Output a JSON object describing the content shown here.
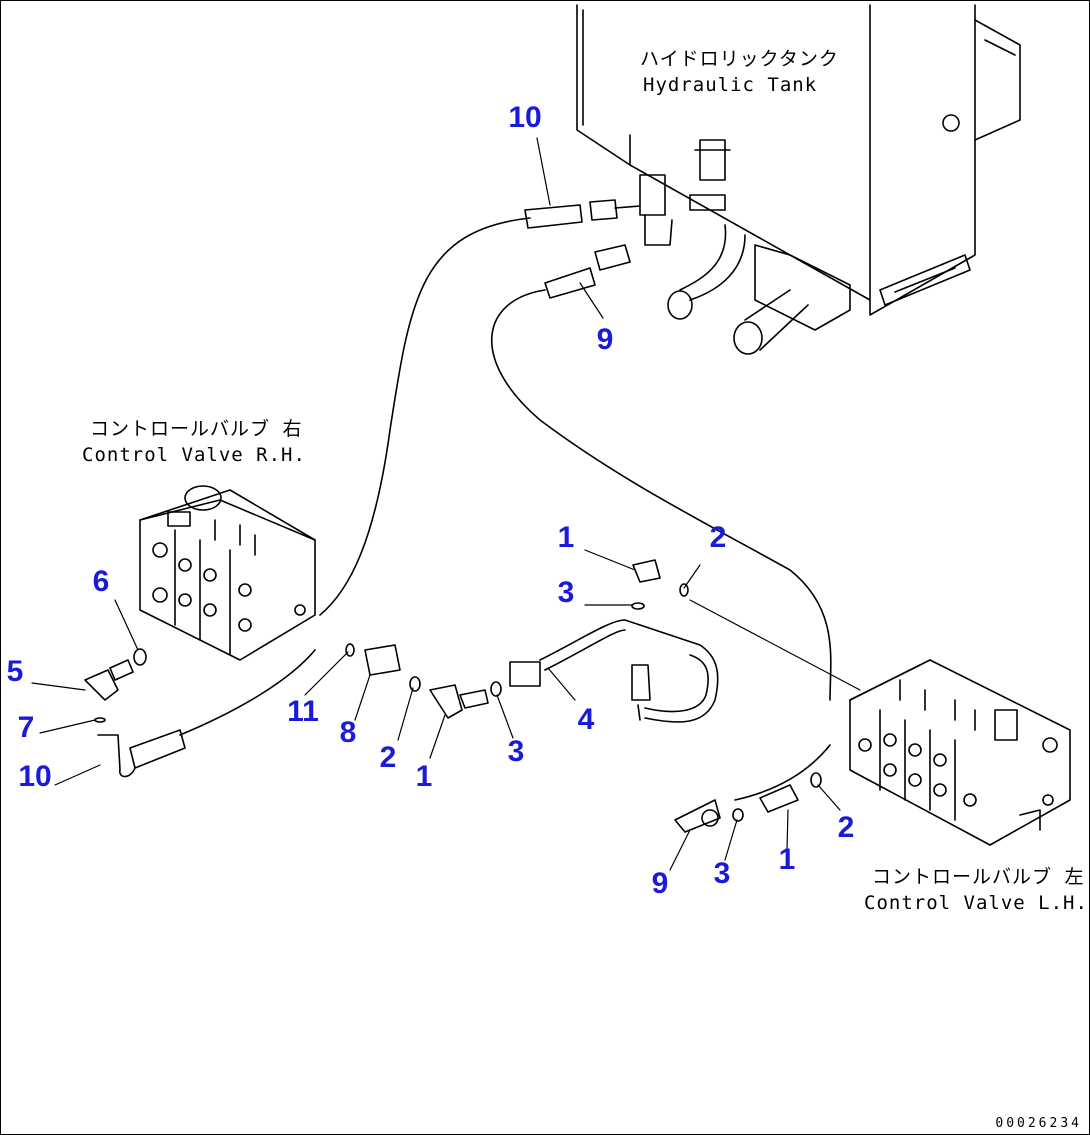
{
  "labels": {
    "tank_jp": "ハイドロリックタンク",
    "tank_en": "Hydraulic Tank",
    "valve_rh_jp": "コントロールバルブ 右",
    "valve_rh_en": "Control Valve R.H.",
    "valve_lh_jp": "コントロールバルブ 左",
    "valve_lh_en": "Control Valve L.H."
  },
  "callouts": {
    "c10a": "10",
    "c9a": "9",
    "c1a": "1",
    "c2a": "2",
    "c3a": "3",
    "c4": "4",
    "c6": "6",
    "c5": "5",
    "c7": "7",
    "c10b": "10",
    "c11": "11",
    "c8": "8",
    "c2b": "2",
    "c1b": "1",
    "c3b": "3",
    "c9b": "9",
    "c3c": "3",
    "c1c": "1",
    "c2c": "2"
  },
  "drawing_number": "00026234",
  "colors": {
    "callout": "#1a1adb",
    "line": "#000000"
  }
}
